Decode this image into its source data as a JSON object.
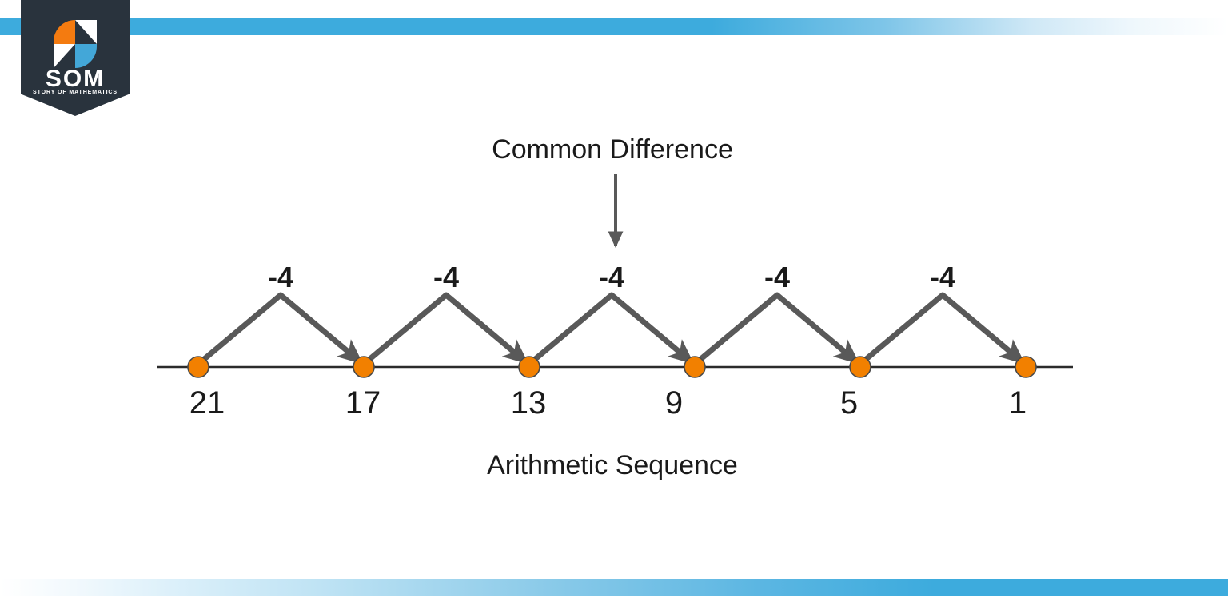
{
  "branding": {
    "wordmark": "SOM",
    "tagline": "STORY OF MATHEMATICS",
    "colors": {
      "badge": "#29333d",
      "orange": "#f47b10",
      "blue": "#43a7d8"
    }
  },
  "decor": {
    "bar_color": "#3dabdd"
  },
  "diagram": {
    "callout": "Common Difference",
    "caption": "Arithmetic Sequence",
    "dot_color": "#f28000",
    "stroke_color": "#595959",
    "axis_color": "#2b2b2b"
  },
  "chart_data": {
    "type": "line",
    "title": "Arithmetic Sequence",
    "annotation": "Common Difference",
    "xlabel": "",
    "ylabel": "",
    "categories": [
      "21",
      "17",
      "13",
      "9",
      "5",
      "1"
    ],
    "values": [
      21,
      17,
      13,
      9,
      5,
      1
    ],
    "step_labels": [
      "-4",
      "-4",
      "-4",
      "-4",
      "-4"
    ],
    "common_difference": -4,
    "grid": false,
    "legend": "none"
  }
}
